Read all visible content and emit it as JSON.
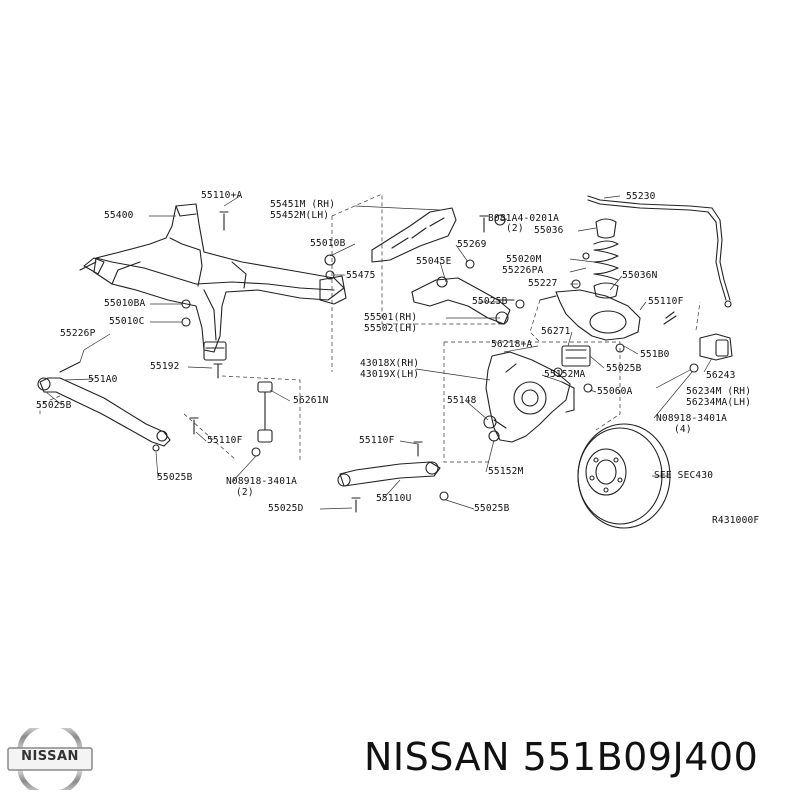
{
  "labels": {
    "p55110pa": "55110+A",
    "p55400": "55400",
    "p55451m": "55451M (RH)",
    "p55452m": "55452M(LH)",
    "p55010b": "55010B",
    "p55475": "55475",
    "p55010ba": "55010BA",
    "p55010c": "55010C",
    "p55226p": "55226P",
    "p55192": "55192",
    "p551a0": "551A0",
    "p55025b_1": "55025B",
    "p56261n": "56261N",
    "p55110f_1": "55110F",
    "p55025b_2": "55025B",
    "p08918_1": "N08918-3401A",
    "p08918_1n": "(2)",
    "p55110f_2": "55110F",
    "p55110u": "55110U",
    "p55025d": "55025D",
    "p55025b_3": "55025B",
    "p081a4": "B081A4-0201A",
    "p081a4n": "(2)",
    "p55269": "55269",
    "p55045e": "55045E",
    "p55025b_4": "55025B",
    "p55501": "55501(RH)",
    "p55502": "55502(LH)",
    "p43018x": "43018X(RH)",
    "p43019x": "43019X(LH)",
    "p56218a": "56218+A",
    "p55148": "55148",
    "p55152m_1": "55152M",
    "p55152ma": "55152MA",
    "p55060a": "55060A",
    "p55230": "55230",
    "p55036": "55036",
    "p55020m": "55020M",
    "p55226pa": "55226PA",
    "p55227": "55227",
    "p55036n": "55036N",
    "p55110f_3": "55110F",
    "p56271": "56271",
    "p551b0": "551B0",
    "p55025b_5": "55025B",
    "p56243": "56243",
    "p56234m": "56234M (RH)",
    "p56234ma": "56234MA(LH)",
    "p08918_2": "N08918-3401A",
    "p08918_2n": "(4)",
    "see": "SEE SEC430",
    "ref": "R431000F"
  },
  "brand": "NISSAN",
  "caption": "NISSAN 551B09J400"
}
